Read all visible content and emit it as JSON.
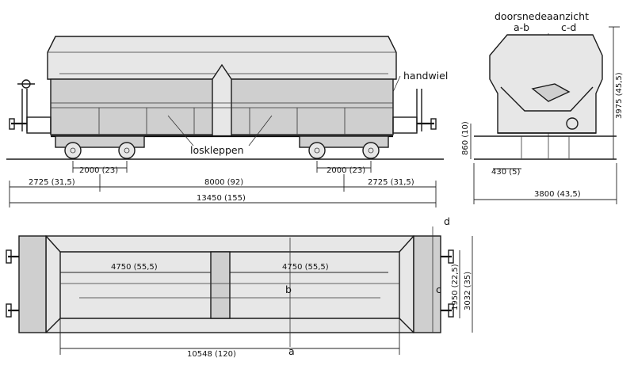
{
  "labels": {
    "handwheel": "handwiel",
    "dump_flaps": "loskleppen",
    "section": "doorsnede",
    "section_ref": "a-b",
    "view": "aanzicht",
    "view_ref": "c-d",
    "mark_a": "a",
    "mark_b": "b",
    "mark_c": "c",
    "mark_d": "d"
  },
  "dimensions": {
    "bogie_wheelbase_left": "2000 (23)",
    "bogie_wheelbase_right": "2000 (23)",
    "overhang_left": "2725 (31,5)",
    "bogie_centres": "8000 (92)",
    "overhang_right": "2725 (31,5)",
    "length_over_buffers": "13450 (155)",
    "floor_height": "860 (10)",
    "total_height": "3975 (45,5)",
    "half_track": "430 (5)",
    "total_width": "3800 (43,5)",
    "hopper_left": "4750 (55,5)",
    "hopper_right": "4750 (55,5)",
    "body_length": "10548 (120)",
    "inner_width": "1950 (22,5)",
    "outer_width": "3032 (35)"
  }
}
